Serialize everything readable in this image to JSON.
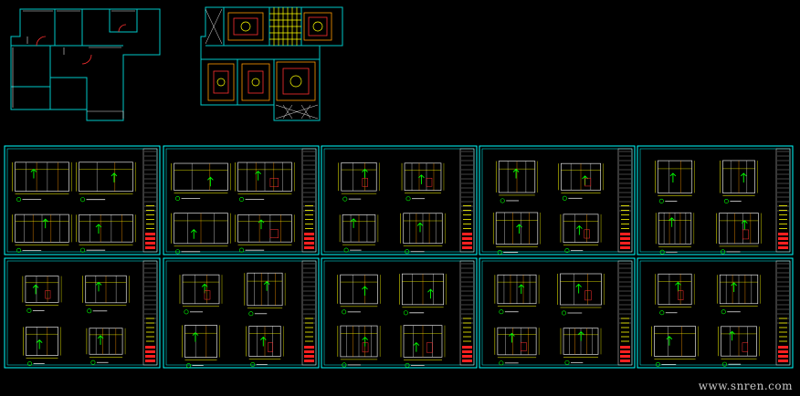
{
  "watermark": "www.snren.com",
  "colors": {
    "background": "#000000",
    "frame": "#00ffff",
    "wall": "#00c8c8",
    "detail_yellow": "#ffff00",
    "detail_red": "#ff3030",
    "detail_green": "#00ff00",
    "detail_white": "#e0e0e0",
    "detail_orange": "#ff9900",
    "title_block_red": "#ff2020"
  },
  "plans": [
    {
      "name": "floor-plan-original",
      "style": "walls"
    },
    {
      "name": "ceiling-plan",
      "style": "colored"
    }
  ],
  "sheet_rows": [
    {
      "row": 1,
      "sheets": [
        "sheet-1-1",
        "sheet-1-2",
        "sheet-1-3",
        "sheet-1-4",
        "sheet-1-5"
      ]
    },
    {
      "row": 2,
      "sheets": [
        "sheet-2-1",
        "sheet-2-2",
        "sheet-2-3",
        "sheet-2-4",
        "sheet-2-5"
      ]
    }
  ]
}
